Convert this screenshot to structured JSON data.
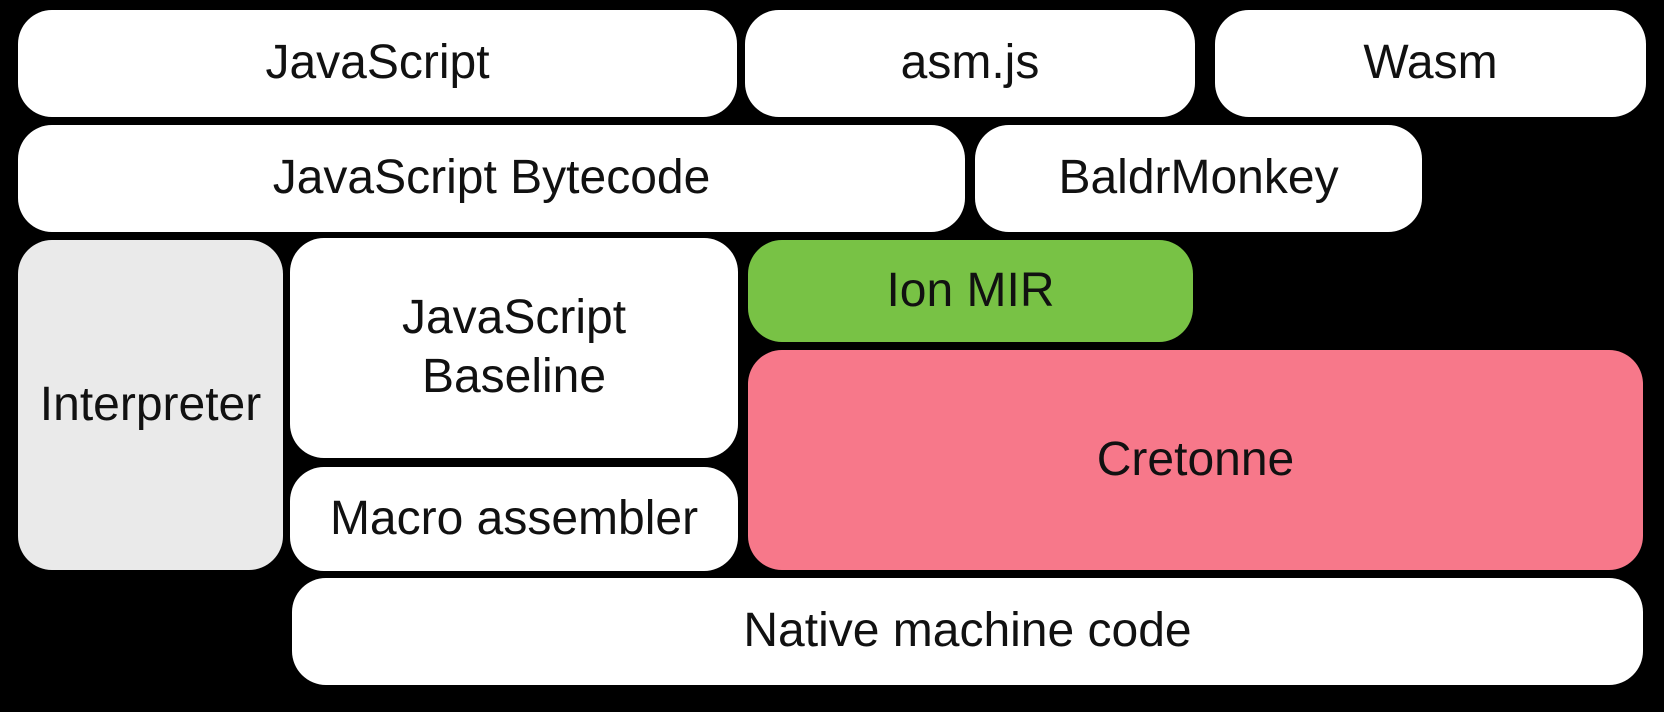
{
  "diagram": {
    "background": "#000000",
    "text_color": "#111111",
    "boxes": {
      "javascript": {
        "label": "JavaScript",
        "fill": "#ffffff"
      },
      "asmjs": {
        "label": "asm.js",
        "fill": "#ffffff"
      },
      "wasm": {
        "label": "Wasm",
        "fill": "#ffffff"
      },
      "bytecode": {
        "label": "JavaScript Bytecode",
        "fill": "#ffffff"
      },
      "baldrmonkey": {
        "label": "BaldrMonkey",
        "fill": "#ffffff"
      },
      "interpreter": {
        "label": "Interpreter",
        "fill": "#eaeaea"
      },
      "baseline": {
        "label": "JavaScript Baseline",
        "fill": "#ffffff"
      },
      "ionmir": {
        "label": "Ion MIR",
        "fill": "#78c245"
      },
      "cretonne": {
        "label": "Cretonne",
        "fill": "#f7788a"
      },
      "macroassembler": {
        "label": "Macro assembler",
        "fill": "#ffffff"
      },
      "nativecode": {
        "label": "Native machine code",
        "fill": "#ffffff"
      }
    }
  }
}
